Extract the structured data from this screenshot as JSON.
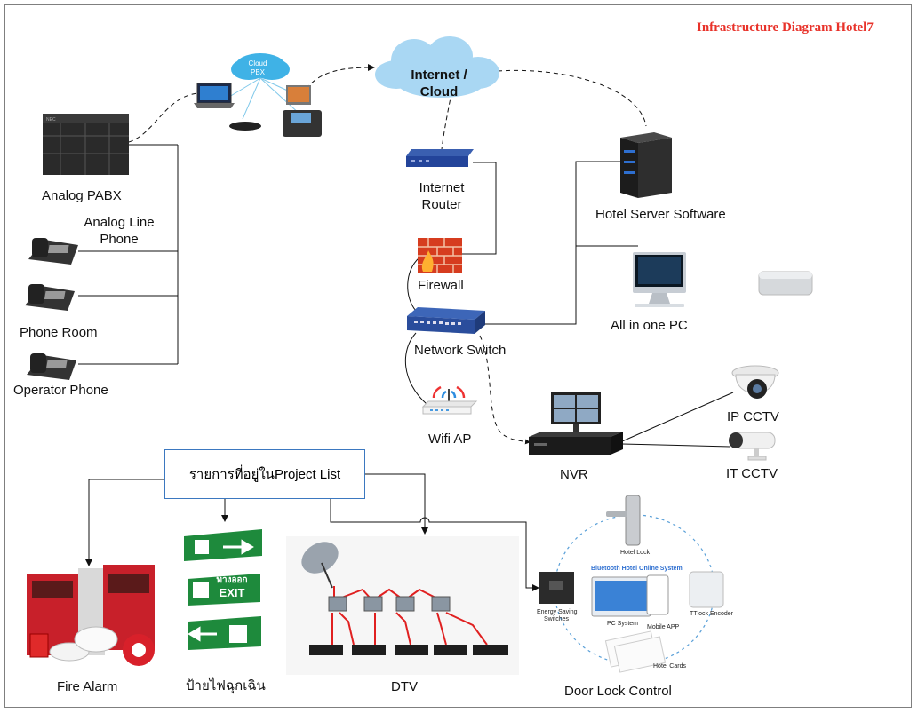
{
  "title": "Infrastructure Diagram Hotel7",
  "cloud_pbx": {
    "line1": "Cloud",
    "line2": "PBX"
  },
  "internet": {
    "line1": "Internet /",
    "line2": "Cloud"
  },
  "nodes": {
    "analog_pabx": "Analog PABX",
    "analog_line_phone_1": "Analog Line",
    "analog_line_phone_2": "Phone",
    "phone_room": "Phone Room",
    "operator_phone": "Operator Phone",
    "internet_router_1": "Internet",
    "internet_router_2": "Router",
    "firewall": "Firewall",
    "network_switch": "Network Switch",
    "hotel_server": "Hotel Server Software",
    "all_in_one_pc": "All in one PC",
    "wifi_ap": "Wifi AP",
    "nvr": "NVR",
    "ip_cctv": "IP CCTV",
    "it_cctv": "IT CCTV",
    "project_list": "รายการที่อยู่ในProject List",
    "fire_alarm": "Fire Alarm",
    "exit_sign": "ป้ายไฟฉุกเฉิน",
    "dtv": "DTV",
    "door_lock": "Door Lock Control"
  },
  "exit_sign_text": {
    "thai": "ทางออก",
    "en": "EXIT"
  },
  "door_lock_detail": {
    "hotel_lock": "Hotel Lock",
    "system_title": "Bluetooth Hotel Online System",
    "energy_1": "Energy Saving",
    "energy_2": "Switches",
    "pc_system": "PC System",
    "mobile_app": "Mobile APP",
    "encoder": "TTlock Encoder",
    "hotel_cards": "Hotel Cards"
  },
  "colors": {
    "title": "#e8322a",
    "box_border": "#3b78c0",
    "cloud": "#9fd0ef",
    "firewall": "#e0502a",
    "dtv_cable": "#e02020",
    "sign_green": "#1e8a3c"
  }
}
